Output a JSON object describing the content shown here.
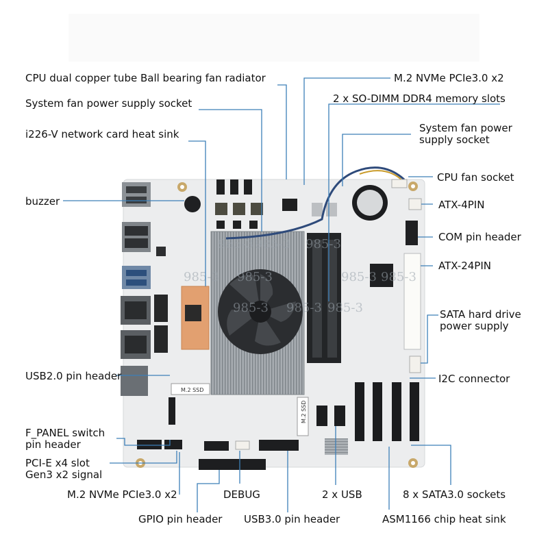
{
  "labels": {
    "cpu_fan_radiator": "CPU dual copper tube Ball bearing fan radiator",
    "sys_fan_socket_left": "System fan power supply socket",
    "i226_heatsink": "i226-V network card heat sink",
    "buzzer": "buzzer",
    "usb2_header": "USB2.0 pin header",
    "fpanel_line1": "F_PANEL switch",
    "fpanel_line2": "pin header",
    "pcie_line1": "PCI-E x4 slot",
    "pcie_line2": "Gen3 x2 signal",
    "m2_bottom": "M.2 NVMe PCIe3.0 x2",
    "gpio": "GPIO pin header",
    "debug": "DEBUG",
    "usb3_header": "USB3.0 pin header",
    "two_usb": "2 x USB",
    "asm1166": "ASM1166 chip heat sink",
    "sata8": "8 x SATA3.0 sockets",
    "m2_top": "M.2 NVMe PCIe3.0 x2",
    "sodimm": "2 x SO-DIMM DDR4 memory slots",
    "sys_fan_right_line1": "System fan power",
    "sys_fan_right_line2": "supply socket",
    "cpu_fan": "CPU fan socket",
    "atx4": "ATX-4PIN",
    "com": "COM pin header",
    "atx24": "ATX-24PIN",
    "sata_power_line1": "SATA hard drive",
    "sata_power_line2": "power supply",
    "i2c": "I2C connector"
  },
  "board_marks": {
    "m2_ssd_left": "M.2 SSD",
    "m2_ssd_right": "M.2 SSD",
    "watermark": "985-3"
  },
  "colors": {
    "board": "#ecedee",
    "leader": "#3c7fb8",
    "text": "#111111",
    "heatsink": "#9ea3a8",
    "fan": "#2b2d30",
    "copper": "#e2a070",
    "dimm": "#232527"
  }
}
